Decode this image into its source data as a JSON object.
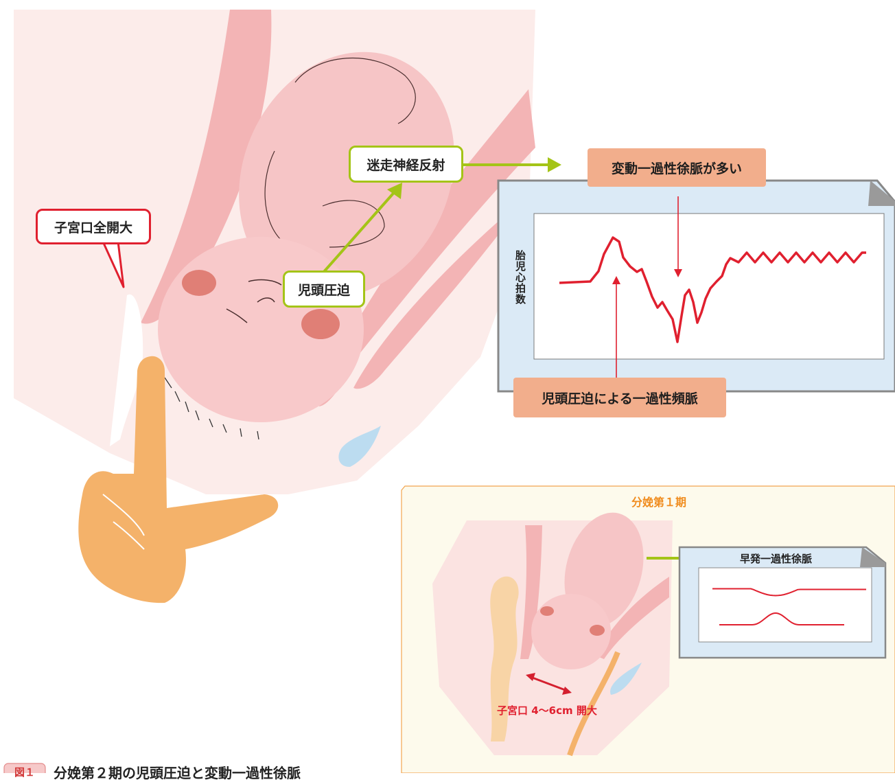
{
  "main": {
    "cervix_full_dilation": "子宮口全開大",
    "vagal_reflex": "迷走神経反射",
    "head_compression": "児頭圧迫",
    "variable_decel_many": "変動一過性徐脈が多い",
    "head_compression_accel": "児頭圧迫による一過性頻脈",
    "fhr_axis_label": "胎児心拍数"
  },
  "inset": {
    "title": "分娩第１期",
    "early_decel": "早発一過性徐脈",
    "cervix_dilation": "子宮口 4〜6cm 開大"
  },
  "caption": {
    "badge": "図１",
    "text": "分娩第２期の児頭圧迫と変動一過性徐脈"
  },
  "colors": {
    "uterus_pink": "#f4b5b5",
    "fetus_skin": "#f8cccc",
    "hand_orange": "#f4b26a",
    "trace_red": "#e0202f",
    "arrow_green": "#a4c417",
    "label_salmon": "#f2ae8c",
    "panel_blue": "#dbeaf6",
    "inset_cream": "#fdfaec"
  }
}
